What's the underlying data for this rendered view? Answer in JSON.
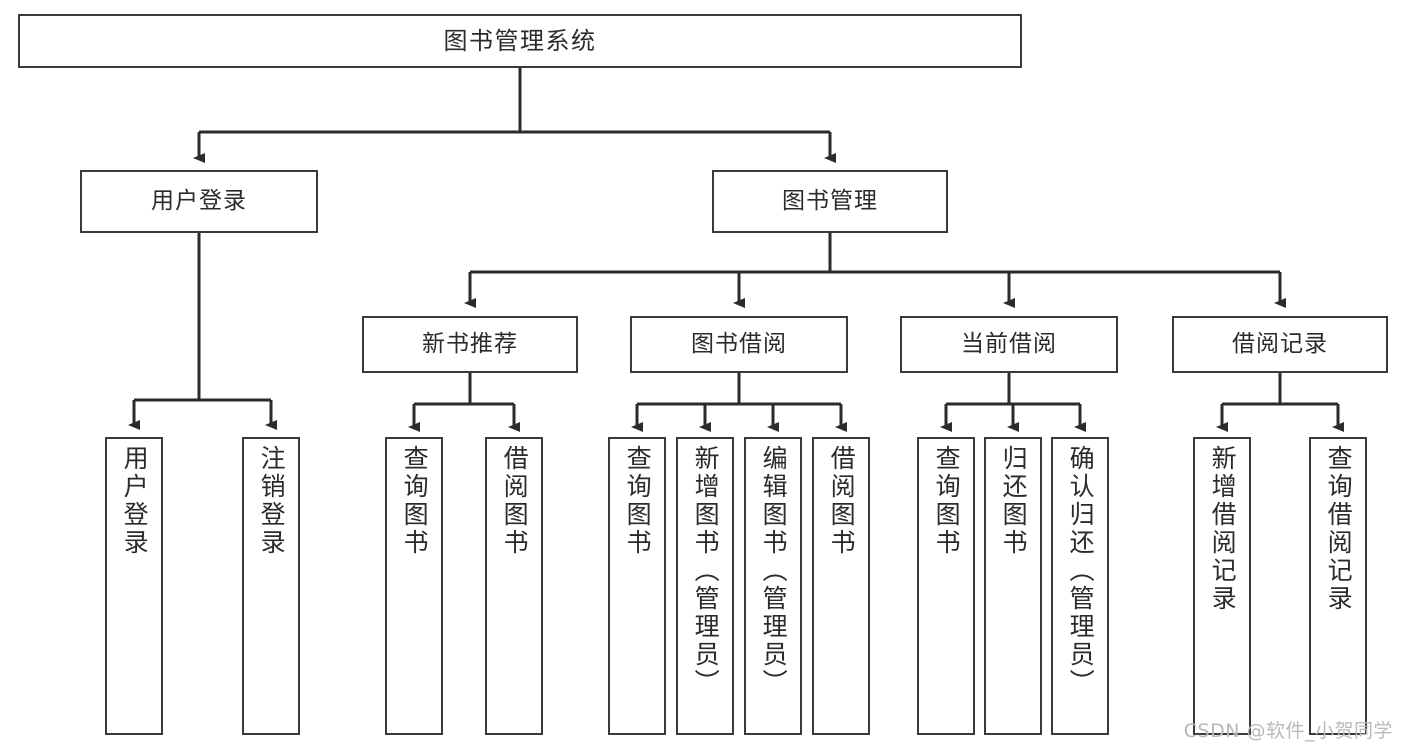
{
  "diagram": {
    "type": "hierarchy-tree",
    "title": "图书管理系统",
    "orientation": "top-down",
    "levels": 4,
    "colors": {
      "box_border": "#3a3a3a",
      "box_fill": "#ffffff",
      "connector": "#2b2b2b",
      "text": "#2b2b2b",
      "watermark": "#b9b9b9",
      "background": "#ffffff"
    }
  },
  "root": {
    "label": "图书管理系统"
  },
  "level2": [
    {
      "label": "用户登录"
    },
    {
      "label": "图书管理"
    }
  ],
  "level3": [
    {
      "label": "新书推荐"
    },
    {
      "label": "图书借阅"
    },
    {
      "label": "当前借阅"
    },
    {
      "label": "借阅记录"
    }
  ],
  "leaves": {
    "user_login": [
      {
        "label": "用户登录"
      },
      {
        "label": "注销登录"
      }
    ],
    "new_book_recommend": [
      {
        "label": "查询图书"
      },
      {
        "label": "借阅图书"
      }
    ],
    "book_borrow": [
      {
        "label": "查询图书"
      },
      {
        "label": "新增图书（管理员）"
      },
      {
        "label": "编辑图书（管理员）"
      },
      {
        "label": "借阅图书"
      }
    ],
    "current_borrow": [
      {
        "label": "查询图书"
      },
      {
        "label": "归还图书"
      },
      {
        "label": "确认归还（管理员）"
      }
    ],
    "borrow_record": [
      {
        "label": "新增借阅记录"
      },
      {
        "label": "查询借阅记录"
      }
    ]
  },
  "watermark": {
    "text": "CSDN @软件_小贺同学"
  }
}
